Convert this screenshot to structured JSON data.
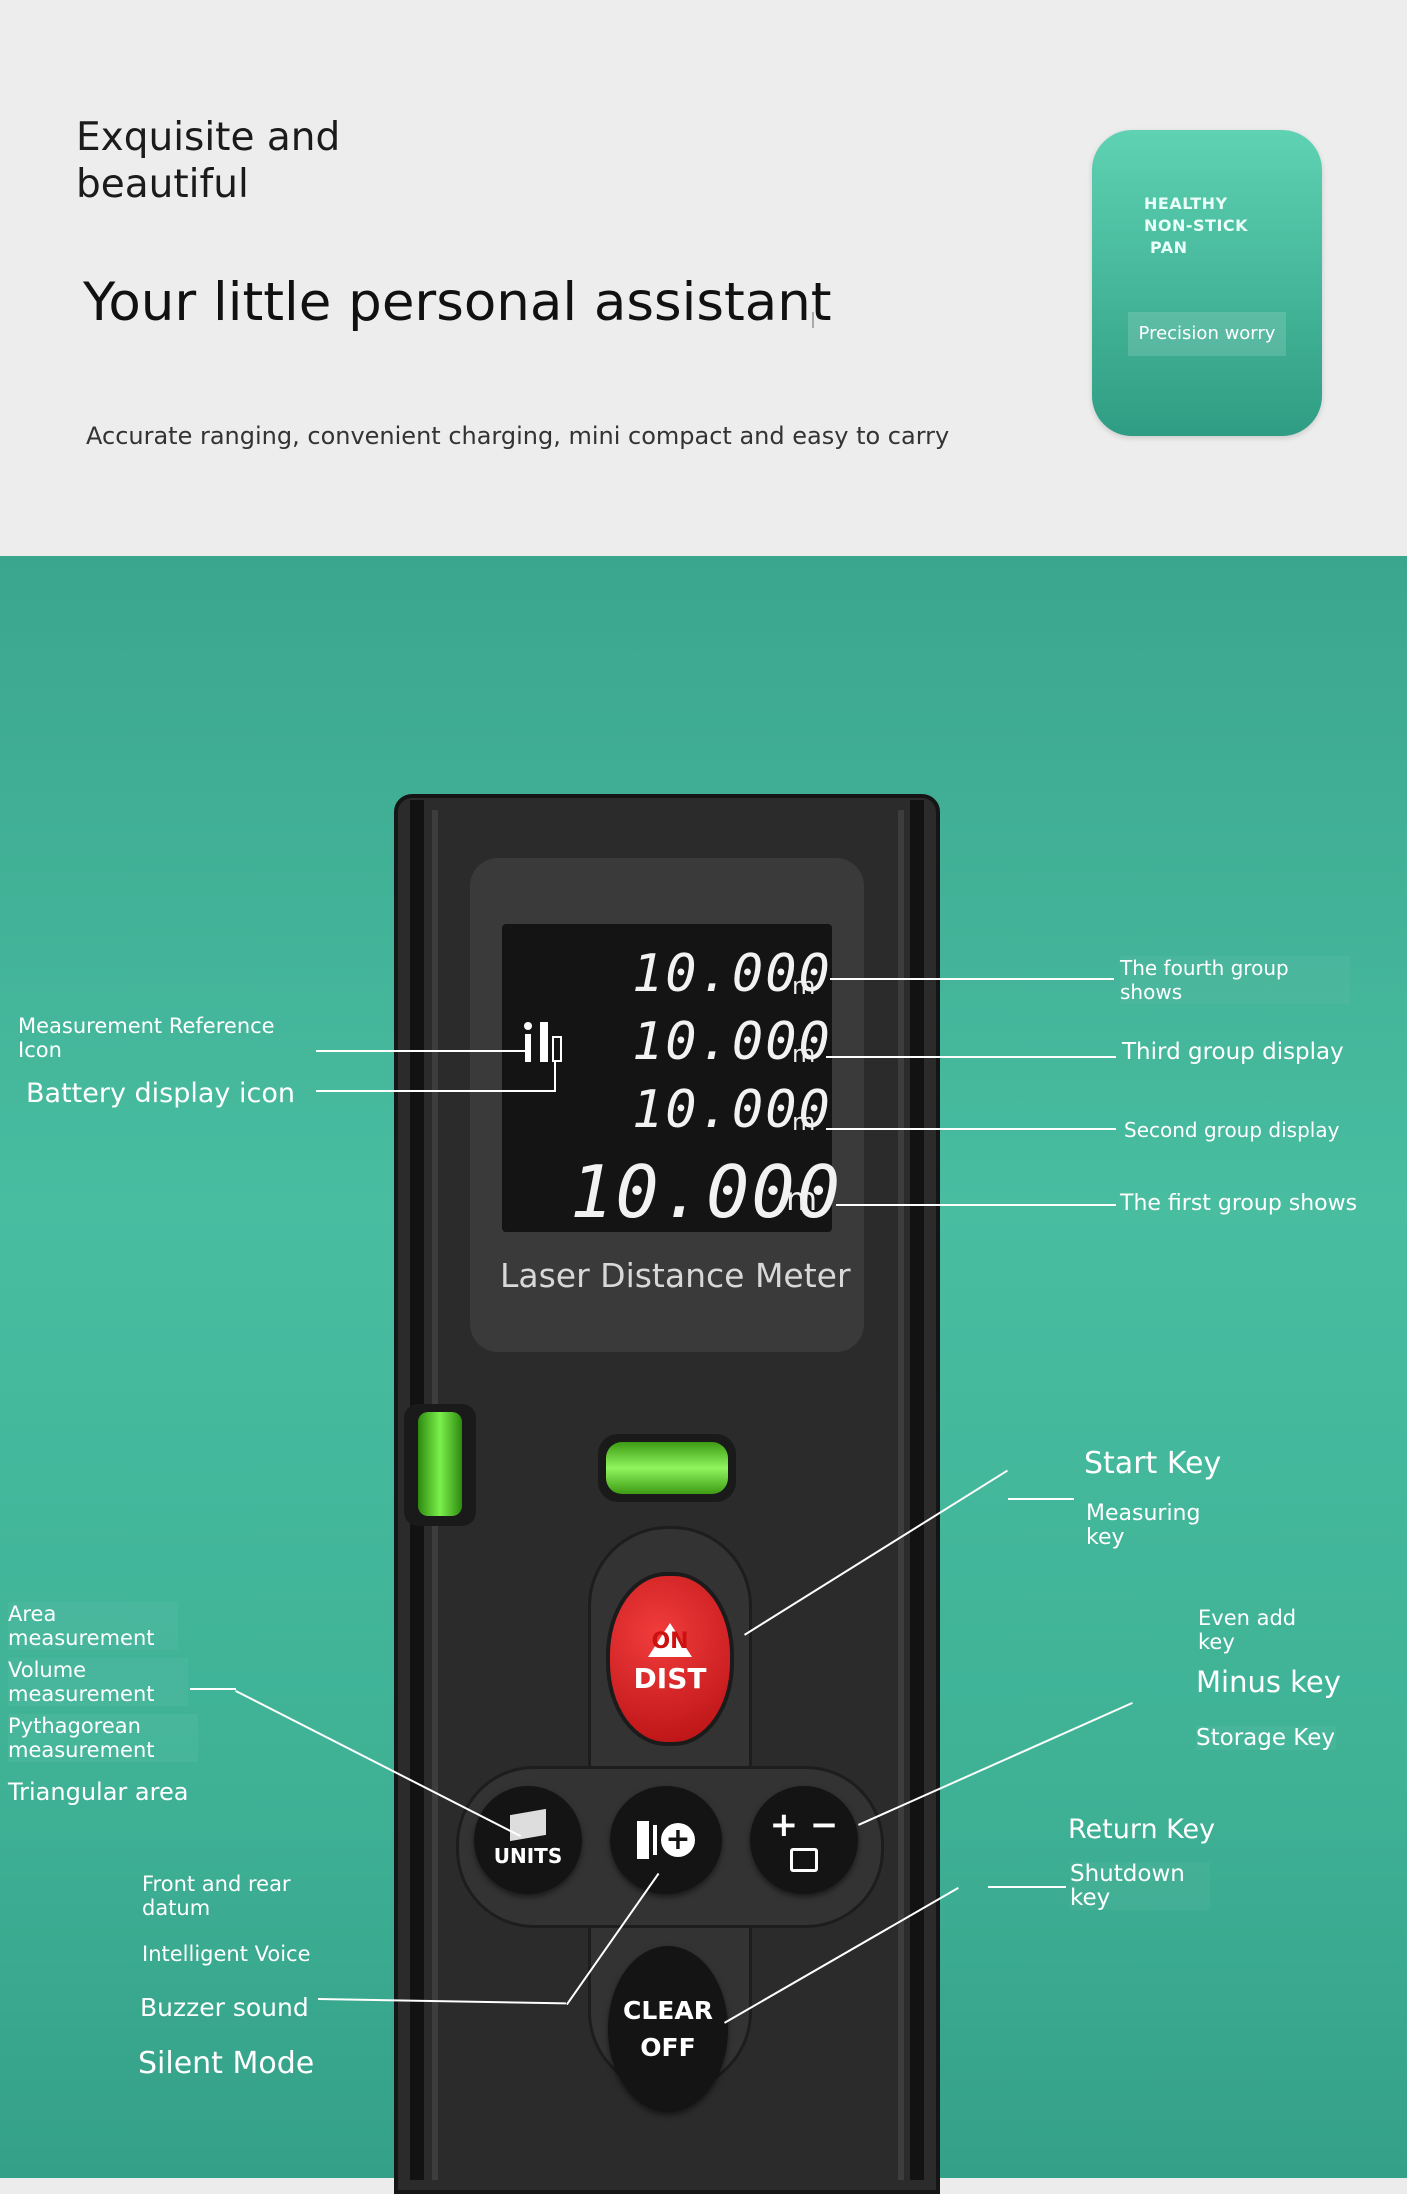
{
  "header": {
    "small_title": "Exquisite and beautiful",
    "big_title": "Your little personal assistant",
    "subtitle": "Accurate ranging, convenient charging, mini compact and easy to carry"
  },
  "badge": {
    "line1": "HEALTHY",
    "line2": "NON-STICK",
    "line3": "PAN",
    "pill": "Precision worry"
  },
  "device": {
    "readings": [
      "10.000",
      "10.000",
      "10.000",
      "10.000"
    ],
    "unit": "m",
    "brand_label": "Laser  Distance  Meter",
    "buttons": {
      "on_top": "ON",
      "on_bottom": "DIST",
      "units": "UNITS",
      "clear": "CLEAR",
      "off": "OFF",
      "plus_minus": "+ −"
    }
  },
  "labels_left": {
    "measurement_reference": "Measurement Reference Icon",
    "battery": "Battery display icon",
    "area": "Area measurement",
    "volume": "Volume measurement",
    "pythagorean": "Pythagorean measurement",
    "triangular": "Triangular area",
    "front_rear": "Front and rear datum",
    "voice": "Intelligent Voice",
    "buzzer": "Buzzer sound",
    "silent": "Silent Mode"
  },
  "labels_right": {
    "fourth": "The fourth group shows",
    "third": "Third group display",
    "second": "Second group display",
    "first": "The first group shows",
    "start": "Start Key",
    "measuring": "Measuring key",
    "even_add": "Even add key",
    "minus": "Minus key",
    "storage": "Storage Key",
    "return": "Return Key",
    "shutdown": "Shutdown key"
  },
  "colors": {
    "green_bg": "#45b89c",
    "badge": "#4cc4a6",
    "on_button": "#d92026",
    "bubble": "#7bf04b"
  }
}
